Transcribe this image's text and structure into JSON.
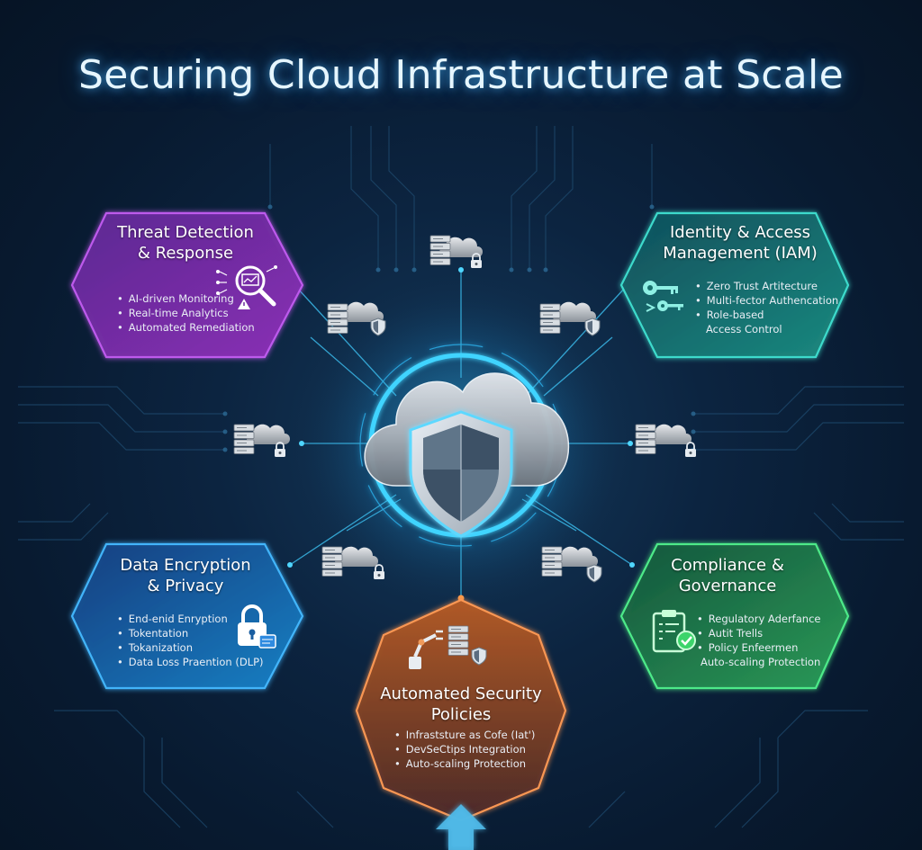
{
  "title": "Securing Cloud Infrastructure at Scale",
  "colors": {
    "threat": "#7a2fb0",
    "iam": "#16706f",
    "encryption": "#1463a6",
    "compliance": "#1f7a45",
    "policies": "#9a5128",
    "glow": "#34c8ff",
    "background": "#0b2038"
  },
  "panels": {
    "threat": {
      "title_line1": "Threat Detection",
      "title_line2": "& Response",
      "bullets": [
        "AI-driven Monitoring",
        "Real-time Analytics",
        "Automated Remediation"
      ],
      "icon": "magnifier-warning-icon"
    },
    "iam": {
      "title_line1": "Identity & Access",
      "title_line2": "Management (IAM)",
      "bullets": [
        "Zero Trust Artitecture",
        "Multi-fector Authencation",
        "Role-based"
      ],
      "bullet_cont": "Access Control",
      "icon": "keys-icon"
    },
    "encryption": {
      "title_line1": "Data Encryption",
      "title_line2": "& Privacy",
      "bullets": [
        "End-enid Enryption",
        "Tokentation",
        "Tokanization",
        "Data Loss Praention (DLP)"
      ],
      "icon": "padlock-icon"
    },
    "compliance": {
      "title_line1": "Compliance &",
      "title_line2": "Governance",
      "bullets": [
        "Regulatory Aderfance",
        "Autit Trells",
        "Policy Enfeermen"
      ],
      "bullet_cont": "Auto-scaling Protection",
      "icon": "clipboard-check-icon"
    },
    "policies": {
      "title_line1": "Automated Security",
      "title_line2": "Policies",
      "bullets": [
        "Infraststure as Cofe (Iat')",
        "DevSeCtips Integration",
        "Auto-scaling Protection"
      ],
      "icon": "robot-arm-server-icon"
    }
  }
}
